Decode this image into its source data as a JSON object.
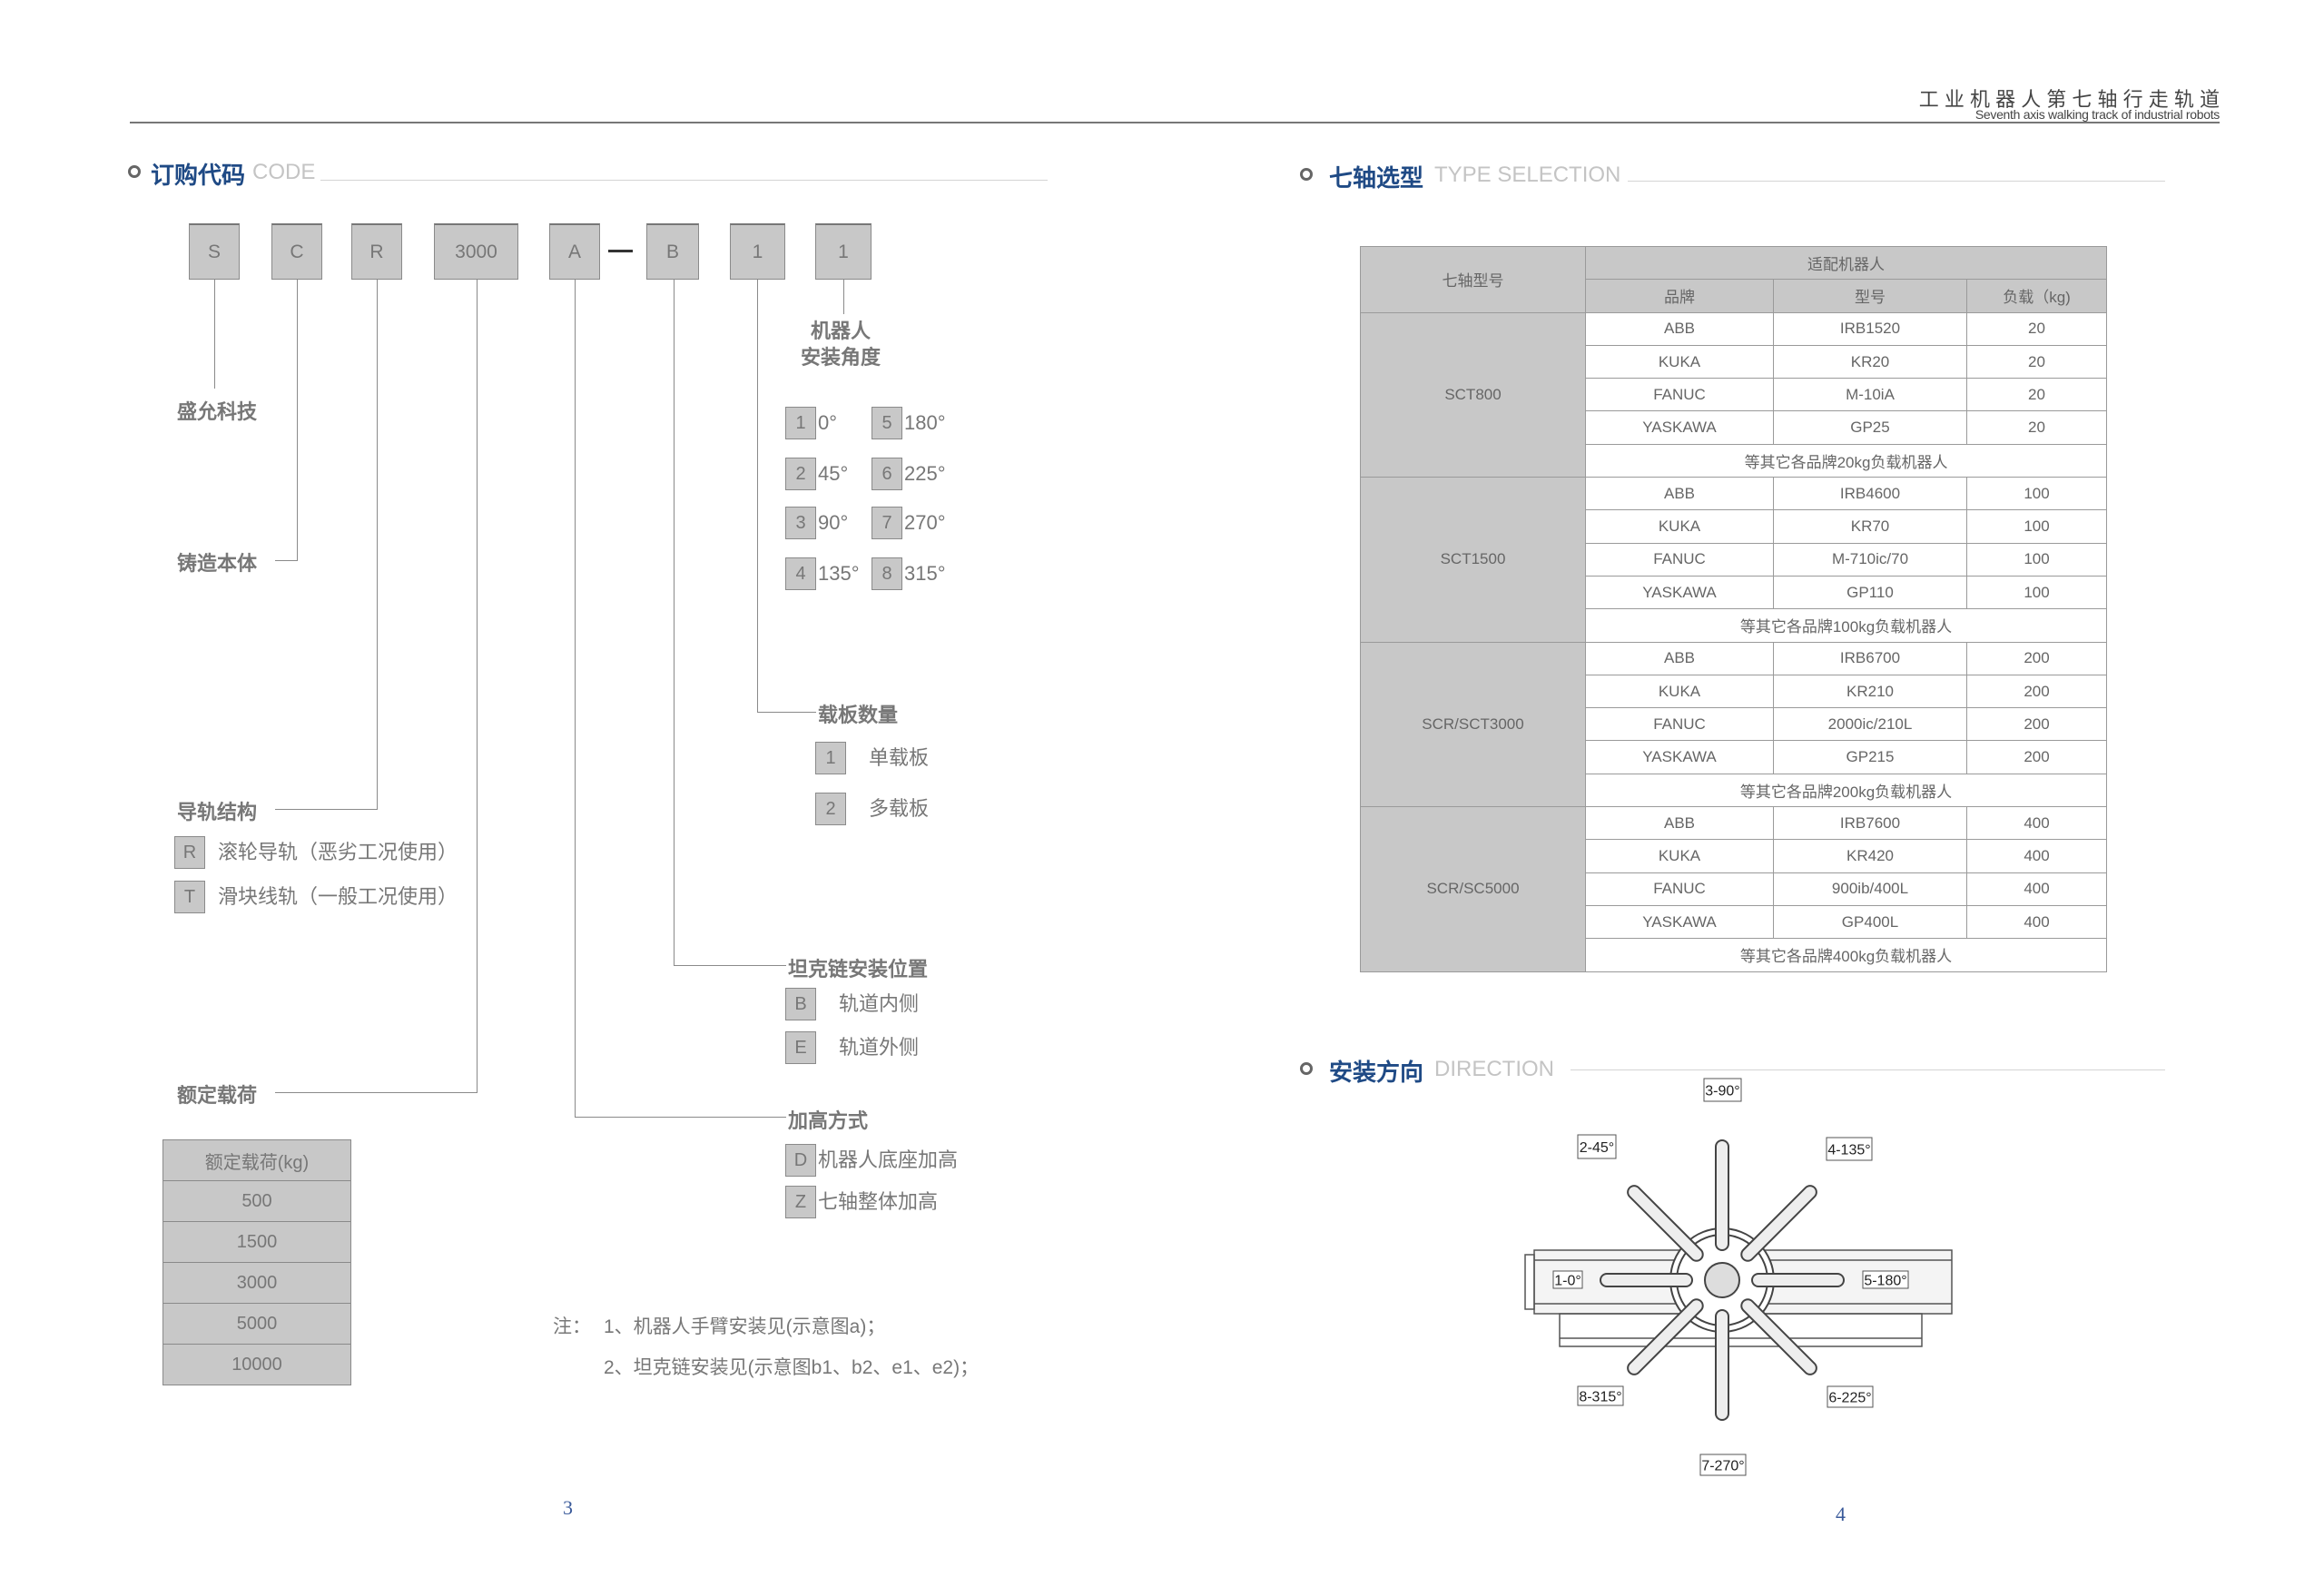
{
  "header": {
    "title_cn": "工 业 机 器 人 第 七 轴 行 走 轨 道",
    "title_en": "Seventh axis walking track of industrial robots"
  },
  "code_section": {
    "title_cn": "订购代码",
    "title_en": "CODE",
    "boxes": [
      "S",
      "C",
      "R",
      "3000",
      "A",
      "B",
      "1",
      "1"
    ],
    "dash": "—",
    "brand_label": "盛允科技",
    "body_label": "铸造本体",
    "rail": {
      "label": "导轨结构",
      "options": [
        {
          "code": "R",
          "text": "滚轮导轨（恶劣工况使用）"
        },
        {
          "code": "T",
          "text": "滑块线轨（一般工况使用）"
        }
      ]
    },
    "load": {
      "label": "额定载荷",
      "table_header": "额定载荷(kg)",
      "values": [
        "500",
        "1500",
        "3000",
        "5000",
        "10000"
      ]
    },
    "height": {
      "label": "加高方式",
      "options": [
        {
          "code": "D",
          "text": "机器人底座加高"
        },
        {
          "code": "Z",
          "text": "七轴整体加高"
        }
      ]
    },
    "chain": {
      "label": "坦克链安装位置",
      "options": [
        {
          "code": "B",
          "text": "轨道内侧"
        },
        {
          "code": "E",
          "text": "轨道外侧"
        }
      ]
    },
    "plates": {
      "label": "载板数量",
      "options": [
        {
          "code": "1",
          "text": "单载板"
        },
        {
          "code": "2",
          "text": "多载板"
        }
      ]
    },
    "angle": {
      "label_1": "机器人",
      "label_2": "安装角度",
      "options": [
        {
          "code": "1",
          "text": "0°"
        },
        {
          "code": "2",
          "text": "45°"
        },
        {
          "code": "3",
          "text": "90°"
        },
        {
          "code": "4",
          "text": "135°"
        },
        {
          "code": "5",
          "text": "180°"
        },
        {
          "code": "6",
          "text": "225°"
        },
        {
          "code": "7",
          "text": "270°"
        },
        {
          "code": "8",
          "text": "315°"
        }
      ]
    },
    "notes": {
      "prefix": "注：",
      "line1": "1、机器人手臂安装见(示意图a)；",
      "line2": "2、坦克链安装见(示意图b1、b2、e1、e2)；"
    }
  },
  "type_section": {
    "title_cn": "七轴选型",
    "title_en": "TYPE SELECTION",
    "headers": {
      "model": "七轴型号",
      "robot": "适配机器人",
      "brand": "品牌",
      "robot_model": "型号",
      "load": "负载（kg)"
    },
    "groups": [
      {
        "model": "SCT800",
        "rows": [
          [
            "ABB",
            "IRB1520",
            "20"
          ],
          [
            "KUKA",
            "KR20",
            "20"
          ],
          [
            "FANUC",
            "M-10iA",
            "20"
          ],
          [
            "YASKAWA",
            "GP25",
            "20"
          ]
        ],
        "note": "等其它各品牌20kg负载机器人"
      },
      {
        "model": "SCT1500",
        "rows": [
          [
            "ABB",
            "IRB4600",
            "100"
          ],
          [
            "KUKA",
            "KR70",
            "100"
          ],
          [
            "FANUC",
            "M-710ic/70",
            "100"
          ],
          [
            "YASKAWA",
            "GP110",
            "100"
          ]
        ],
        "note": "等其它各品牌100kg负载机器人"
      },
      {
        "model": "SCR/SCT3000",
        "rows": [
          [
            "ABB",
            "IRB6700",
            "200"
          ],
          [
            "KUKA",
            "KR210",
            "200"
          ],
          [
            "FANUC",
            "2000ic/210L",
            "200"
          ],
          [
            "YASKAWA",
            "GP215",
            "200"
          ]
        ],
        "note": "等其它各品牌200kg负载机器人"
      },
      {
        "model": "SCR/SC5000",
        "rows": [
          [
            "ABB",
            "IRB7600",
            "400"
          ],
          [
            "KUKA",
            "KR420",
            "400"
          ],
          [
            "FANUC",
            "900ib/400L",
            "400"
          ],
          [
            "YASKAWA",
            "GP400L",
            "400"
          ]
        ],
        "note": "等其它各品牌400kg负载机器人"
      }
    ]
  },
  "direction_section": {
    "title_cn": "安装方向",
    "title_en": "DIRECTION",
    "labels": [
      "1-0°",
      "2-45°",
      "3-90°",
      "4-135°",
      "5-180°",
      "6-225°",
      "7-270°",
      "8-315°"
    ]
  },
  "pages": {
    "left": "3",
    "right": "4"
  }
}
